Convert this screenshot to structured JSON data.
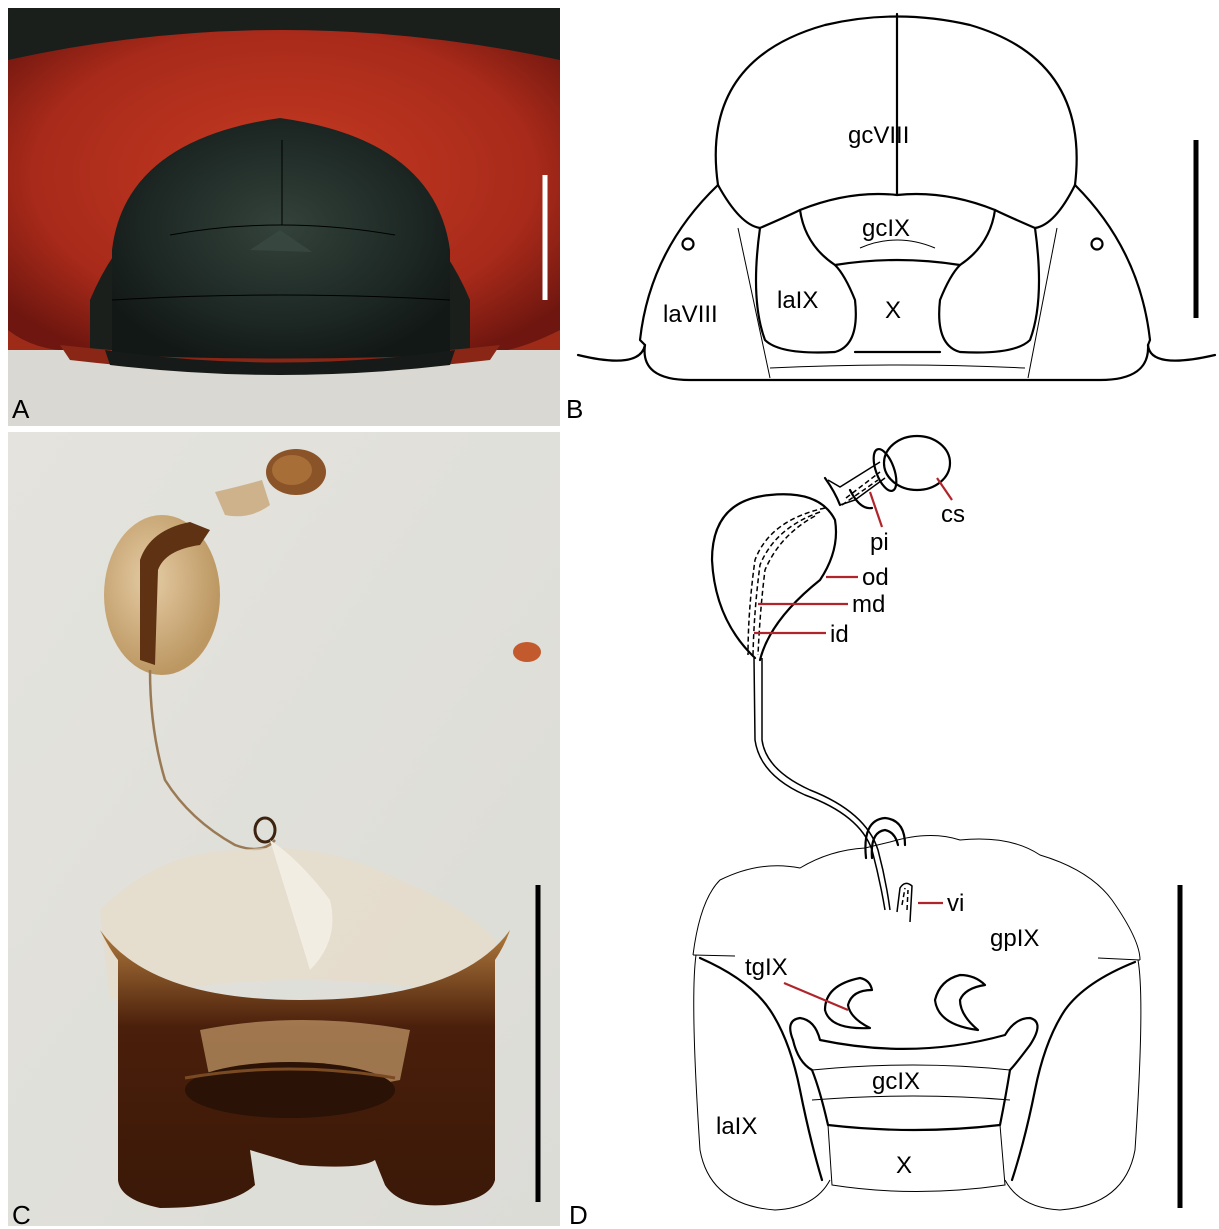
{
  "panels": {
    "A": {
      "letter": "A"
    },
    "B": {
      "letter": "B",
      "labels": {
        "gcVIII": "gcVIII",
        "gcIX": "gcIX",
        "laIX": "laIX",
        "X": "X",
        "laVIII": "laVIII"
      }
    },
    "C": {
      "letter": "C"
    },
    "D": {
      "letter": "D",
      "labels": {
        "cs": "cs",
        "pi": "pi",
        "od": "od",
        "md": "md",
        "id": "id",
        "vi": "vi",
        "gpIX": "gpIX",
        "tgIX": "tgIX",
        "gcIX": "gcIX",
        "laIX": "laIX",
        "X": "X"
      }
    }
  },
  "colors": {
    "leader_line": "#b0252b",
    "photo_background": "#d9d9d4",
    "beetle_red": "#b8321f",
    "beetle_dark": "#1c2622",
    "sclerite_brown": "#5a2810"
  }
}
